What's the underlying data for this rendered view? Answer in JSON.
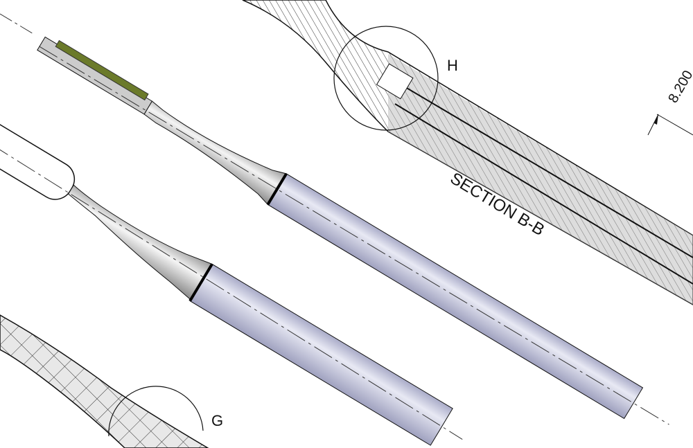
{
  "drawing": {
    "section_label": "SECTION B-B",
    "detail_h_label": "H",
    "detail_g_label": "G",
    "dimension_value": "8.200",
    "colors": {
      "handle_fill": "#c9cbe0",
      "handle_highlight": "#e8e9f4",
      "neck_fill": "#d8d8d8",
      "bristle": "#6b7a2a",
      "hatch": "#333333"
    }
  }
}
